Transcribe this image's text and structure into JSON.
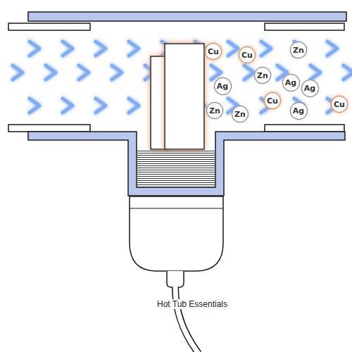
{
  "diagram": {
    "nodes": [
      {
        "text": [
          "Cu"
        ]
      },
      {
        "text": [
          "Zn"
        ]
      },
      {
        "text": [
          "Cu"
        ]
      },
      {
        "text": [
          "Zn"
        ]
      },
      {
        "text": [
          "Ag"
        ]
      },
      {
        "text": [
          "Ag"
        ]
      },
      {
        "text": [
          "Ag"
        ]
      },
      {
        "text": [
          "Cu"
        ]
      },
      {
        "text": [
          "Cu"
        ]
      },
      {
        "text": [
          "Zn"
        ]
      },
      {
        "text": [
          "Ag"
        ]
      },
      {
        "text": [
          "Zn"
        ]
      }
    ],
    "labels": [
      "Hot Tub Essentials"
    ]
  }
}
